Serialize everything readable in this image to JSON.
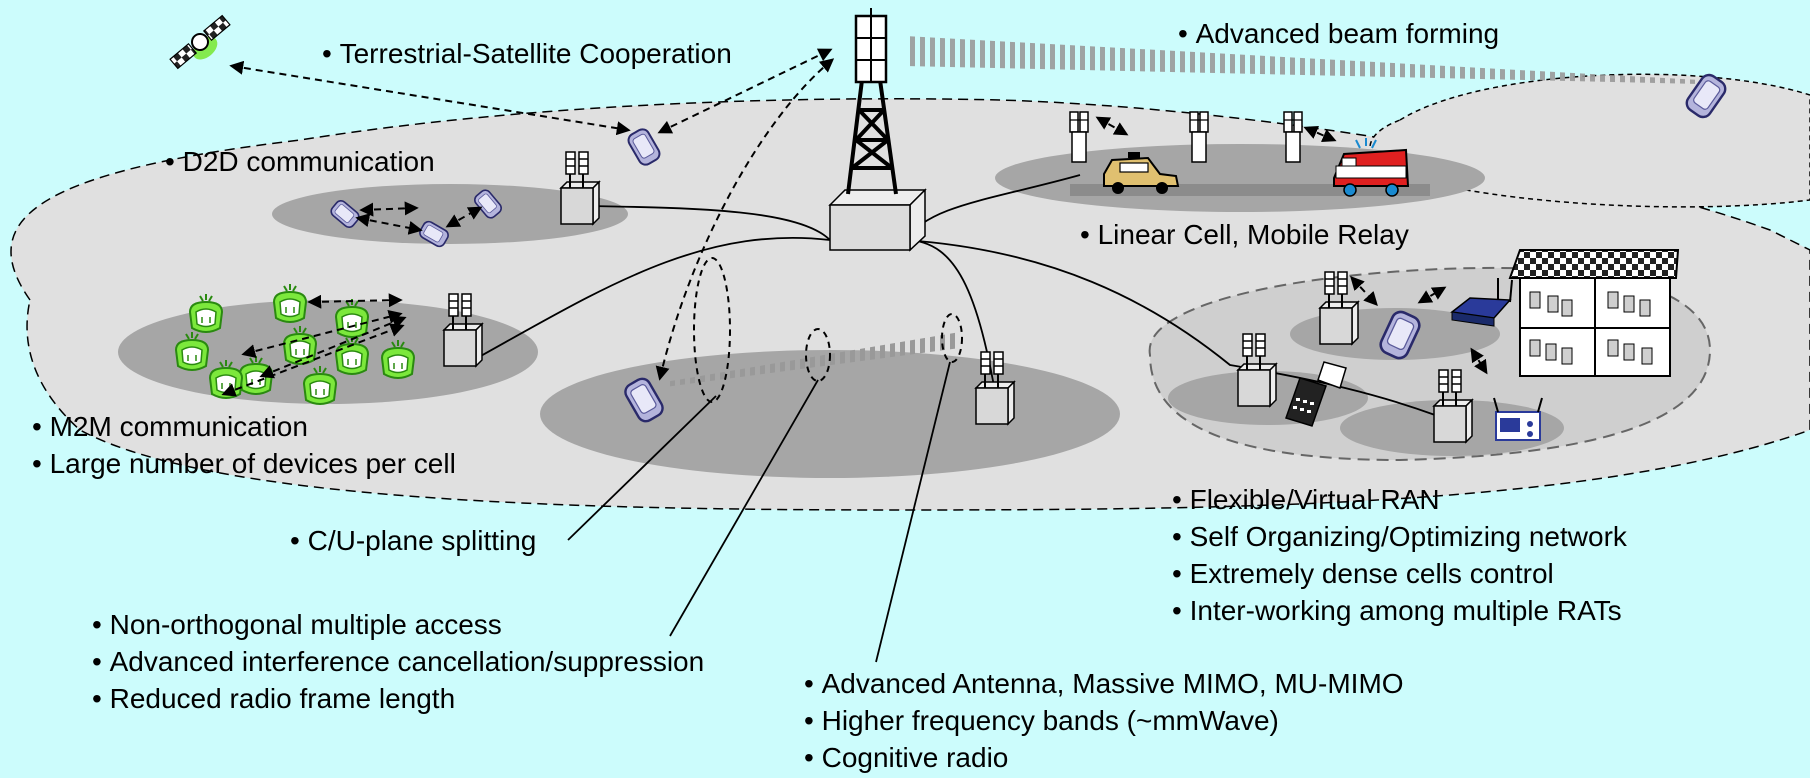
{
  "labels": {
    "satellite": "Terrestrial-Satellite Cooperation",
    "beam": "Advanced beam forming",
    "d2d": "D2D communication",
    "linear_cell": "Linear Cell, Mobile Relay",
    "cu_plane": "C/U-plane splitting"
  },
  "m2m_list": [
    "M2M communication",
    "Large number of devices per cell"
  ],
  "access_list": [
    "Non-orthogonal multiple access",
    "Advanced interference cancellation/suppression",
    "Reduced radio frame length"
  ],
  "antenna_list": [
    "Advanced Antenna, Massive MIMO, MU-MIMO",
    "Higher frequency bands (~mmWave)",
    "Cognitive radio"
  ],
  "ran_list": [
    "Flexible/Virtual RAN",
    "Self Organizing/Optimizing network",
    "Extremely dense cells control",
    "Inter-working among multiple RATs"
  ],
  "colors": {
    "background": "#ccfcfc",
    "coverage": "#e0e0e0",
    "cell": "#a6a6a6",
    "sensor": "#7ce83c",
    "phone": "#b4b4dc",
    "taxi": "#e0c070",
    "van": "#e02020"
  },
  "icons": [
    "satellite-icon",
    "macro-tower-icon",
    "base-station-icon",
    "phone-icon",
    "sensor-icon",
    "car-icon",
    "van-icon",
    "router-icon",
    "building-icon",
    "pos-terminal-icon",
    "meter-icon"
  ]
}
